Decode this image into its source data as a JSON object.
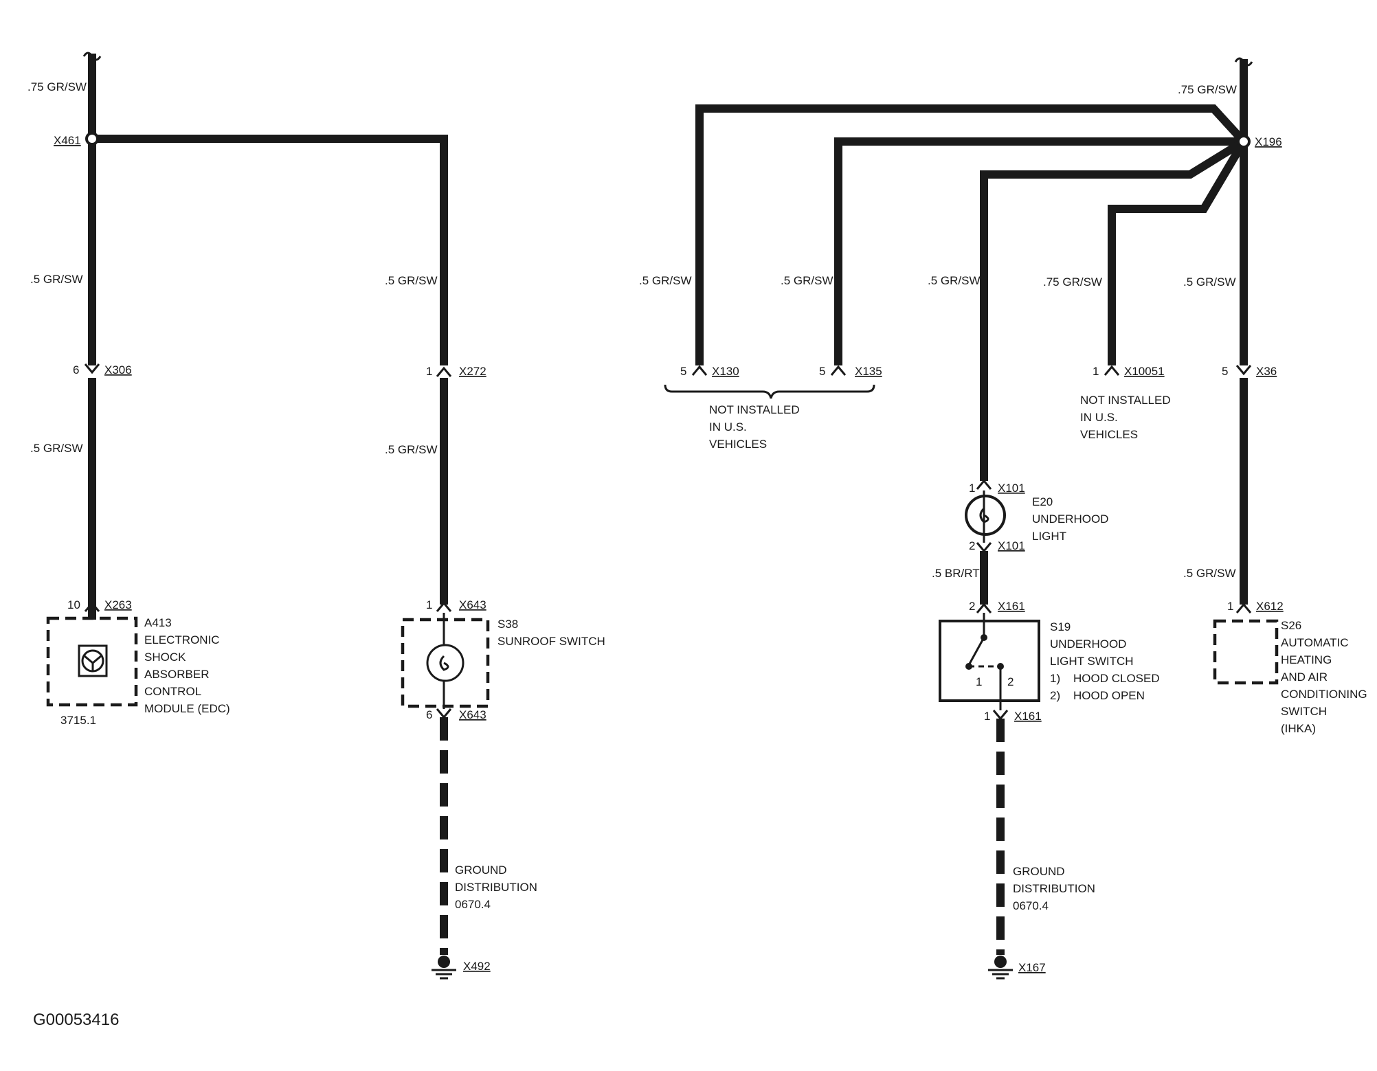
{
  "wire_colors": {
    "w075_gr_sw": ".75 GR/SW",
    "w05_gr_sw": ".5 GR/SW",
    "w05_br_rt": ".5 BR/RT"
  },
  "connectors": {
    "x461": "X461",
    "x196": "X196",
    "x306": "X306",
    "x272": "X272",
    "x263": "X263",
    "x643": "X643",
    "x492": "X492",
    "x130": "X130",
    "x135": "X135",
    "x10051": "X10051",
    "x36": "X36",
    "x101": "X101",
    "x161": "X161",
    "x167": "X167",
    "x612": "X612"
  },
  "pins": {
    "p1": "1",
    "p2": "2",
    "p5": "5",
    "p6": "6",
    "p10": "10"
  },
  "components": {
    "a413": [
      "A413",
      "ELECTRONIC",
      "SHOCK",
      "ABSORBER",
      "CONTROL",
      "MODULE (EDC)"
    ],
    "a413_ref": "3715.1",
    "s38": [
      "S38",
      "SUNROOF SWITCH"
    ],
    "e20": [
      "E20",
      "UNDERHOOD",
      "LIGHT"
    ],
    "s19": [
      "S19",
      "UNDERHOOD",
      "LIGHT SWITCH",
      "1)    HOOD CLOSED",
      "2)    HOOD OPEN"
    ],
    "s26": [
      "S26",
      "AUTOMATIC",
      "HEATING",
      "AND AIR",
      "CONDITIONING",
      "SWITCH",
      "(IHKA)"
    ]
  },
  "notes": {
    "not_installed": [
      "NOT INSTALLED",
      "IN U.S.",
      "VEHICLES"
    ],
    "ground": [
      "GROUND",
      "DISTRIBUTION",
      "0670.4"
    ]
  },
  "figure_id": "G00053416",
  "colors": {
    "ink": "#1a1a1a",
    "paper": "#ffffff"
  }
}
